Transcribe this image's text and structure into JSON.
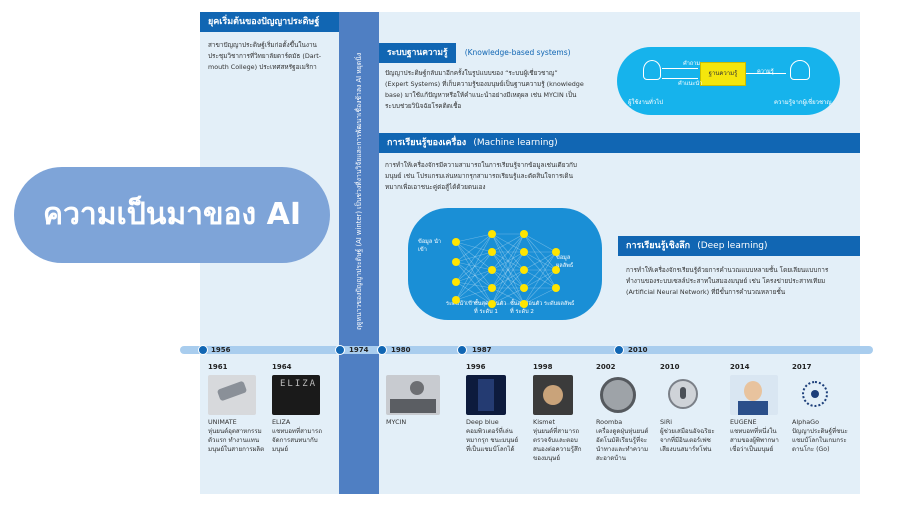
{
  "badge": {
    "title": "ความเป็นมาของ AI"
  },
  "left_section": {
    "header": "ยุคเริ่มต้นของปัญญาประดิษฐ์",
    "lines": [
      "สาขาปัญญาประดิษฐ์เริ่มก่อตั้งขึ้นในงาน",
      "ประชุมวิชาการที่วิทยาลัยดาร์ตมัธ (Dart-",
      "mouth College) ประเทศสหรัฐอเมริกา"
    ]
  },
  "winter_band": {
    "text": "ฤดูหนาวของปัญญาประดิษฐ์ (AI winter) เป็นช่วงที่งานวิจัยและการพัฒนาเชื่องช้าลง AI หยุดนิ่ง"
  },
  "kb": {
    "header_th": "ระบบฐานความรู้",
    "header_en": "(Knowledge-based systems)",
    "lines": [
      "ปัญญาประดิษฐ์กลับมาอีกครั้งในรูปแบบของ “ระบบผู้เชี่ยวชาญ”",
      "(Expert Systems) ที่เก็บความรู้ของมนุษย์เป็นฐานความรู้ (knowledge",
      "base) มาใช้แก้ปัญหาหรือให้คำแนะนำอย่างมีเหตุผล เช่น MYCIN เป็น",
      "ระบบช่วยวินิจฉัยโรคติดเชื้อ"
    ],
    "diagram": {
      "box": "ฐานความรู้",
      "user": "ผู้ใช้งานทั่วไป",
      "expert": "ความรู้จากผู้เชี่ยวชาญ",
      "ask": "คำถาม",
      "answer": "คำแนะนำ",
      "know": "ความรู้"
    }
  },
  "ml": {
    "header_th": "การเรียนรู้ของเครื่อง",
    "header_en": "(Machine learning)",
    "lines": [
      "การทำให้เครื่องจักรมีความสามารถในการเรียนรู้จากข้อมูลเช่นเดียวกับ",
      "มนุษย์ เช่น โปรแกรมเล่นหมากรุกสามารถเรียนรู้และตัดสินใจการเดิน",
      "หมากเพื่อเอาชนะคู่ต่อสู้ได้ด้วยตนเอง"
    ],
    "nn": {
      "input": "ข้อมูล นำเข้า",
      "output": "ข้อมูล ผลลัพธ์",
      "l0": "ระดับนำเข้า",
      "l1": "ชั้นสุดซ่อนตัวที่ ระดับ 1",
      "l2": "ชั้นสุดซ่อนตัวที่ ระดับ 2",
      "l3": "ระดับผลลัพธ์"
    }
  },
  "dl": {
    "header_th": "การเรียนรู้เชิงลึก",
    "header_en": "(Deep learning)",
    "lines": [
      "การทำให้เครื่องจักรเรียนรู้ด้วยการคำนวณแบบหลายชั้น โดยเลียนแบบการ",
      "ทำงานของระบบเซลล์ประสาทในสมองมนุษย์ เช่น โครงข่ายประสาทเทียม",
      "(Artificial Neural Network) ที่มีขั้นการคำนวณหลายชั้น"
    ]
  },
  "timeline": {
    "markers": [
      "1956",
      "1974",
      "1980",
      "1987",
      "2010"
    ]
  },
  "events": [
    {
      "year": "1961",
      "name": "UNIMATE",
      "desc": [
        "หุ่นยนต์อุตสาหกรรม",
        "ตัวแรก ทำงานแทน",
        "มนุษย์ในสายการผลิต"
      ]
    },
    {
      "year": "1964",
      "name": "ELIZA",
      "desc": [
        "แชทบอทที่สามารถ",
        "จัดการสนทนากับ",
        "มนุษย์"
      ],
      "screen_text": "ELIZA"
    },
    {
      "year": "",
      "name": "MYCIN",
      "desc": []
    },
    {
      "year": "1996",
      "name": "Deep blue",
      "desc": [
        "คอมพิวเตอร์ที่เล่น",
        "หมากรุก ชนะมนุษย์",
        "ที่เป็นแชมป์โลกได้"
      ]
    },
    {
      "year": "1998",
      "name": "Kismet",
      "desc": [
        "หุ่นยนต์ที่สามารถ",
        "ตรวจจับและตอบ",
        "สนองต่อความรู้สึก",
        "ของมนุษย์"
      ]
    },
    {
      "year": "2002",
      "name": "Roomba",
      "desc": [
        "เครื่องดูดฝุ่นหุ่นยนต์",
        "อัตโนมัติเรียนรู้ที่จะ",
        "นำทางและทำความ",
        "สะอาดบ้าน"
      ]
    },
    {
      "year": "2010",
      "name": "SiRi",
      "desc": [
        "ผู้ช่วยเสมือนอัจฉริยะ",
        "จากที่มีอินเตอร์เฟซ",
        "เสียงบนสมาร์ทโฟน"
      ]
    },
    {
      "year": "2014",
      "name": "EUGENE",
      "desc": [
        "แชทบอทที่หนึ่งใน",
        "สามของผู้พิพากษา",
        "เชื่อว่าเป็นมนุษย์"
      ]
    },
    {
      "year": "2017",
      "name": "AlphaGo",
      "desc": [
        "ปัญญาประดิษฐ์ที่ชนะ",
        "แชมป์โลกในเกมกระ",
        "ดานโกะ (Go)"
      ]
    }
  ],
  "colors": {
    "panel": "#e3eff8",
    "header": "#1166b3",
    "band": "#4f7fc3",
    "badge": "#7ea4d8",
    "cloud": "#16b3ec",
    "highlight": "#f4e60c"
  }
}
